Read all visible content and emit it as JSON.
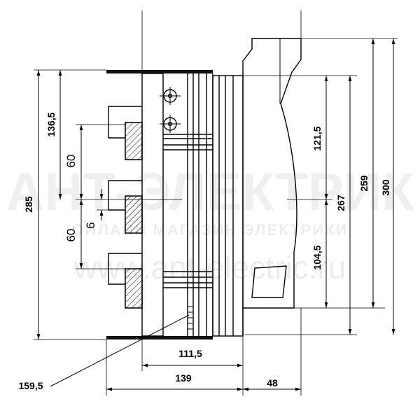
{
  "watermark": {
    "brand": "АНТ-ЭЛЕКТРИК",
    "tagline": "ОНЛАЙН МАГАЗИН ЭЛЕКТРИКИ",
    "url": "www.ant-electric.ru"
  },
  "dimensions": {
    "height_total": "285",
    "upper_offset": "136,5",
    "pitch_upper": "60",
    "pitch_lower": "60",
    "gap": "6",
    "right_upper": "121,5",
    "right_lower": "104,5",
    "height_267": "267",
    "height_259": "259",
    "height_300": "300",
    "width_111": "111,5",
    "width_139": "139",
    "width_48": "48",
    "width_159": "159,5"
  }
}
